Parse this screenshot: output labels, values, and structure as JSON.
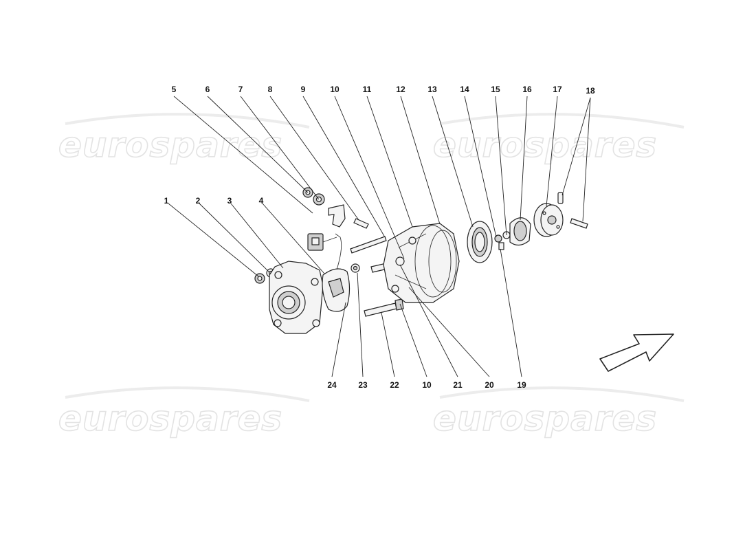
{
  "watermark": {
    "text": "eurospares"
  },
  "callouts_top": [
    "5",
    "6",
    "7",
    "8",
    "9",
    "10",
    "11",
    "12",
    "13",
    "14",
    "15",
    "16",
    "17",
    "18"
  ],
  "callouts_left": [
    "1",
    "2",
    "3",
    "4"
  ],
  "callouts_bottom": [
    "24",
    "23",
    "22",
    "10",
    "21",
    "20",
    "19"
  ],
  "icons": {
    "direction": "direction-arrow-icon"
  }
}
